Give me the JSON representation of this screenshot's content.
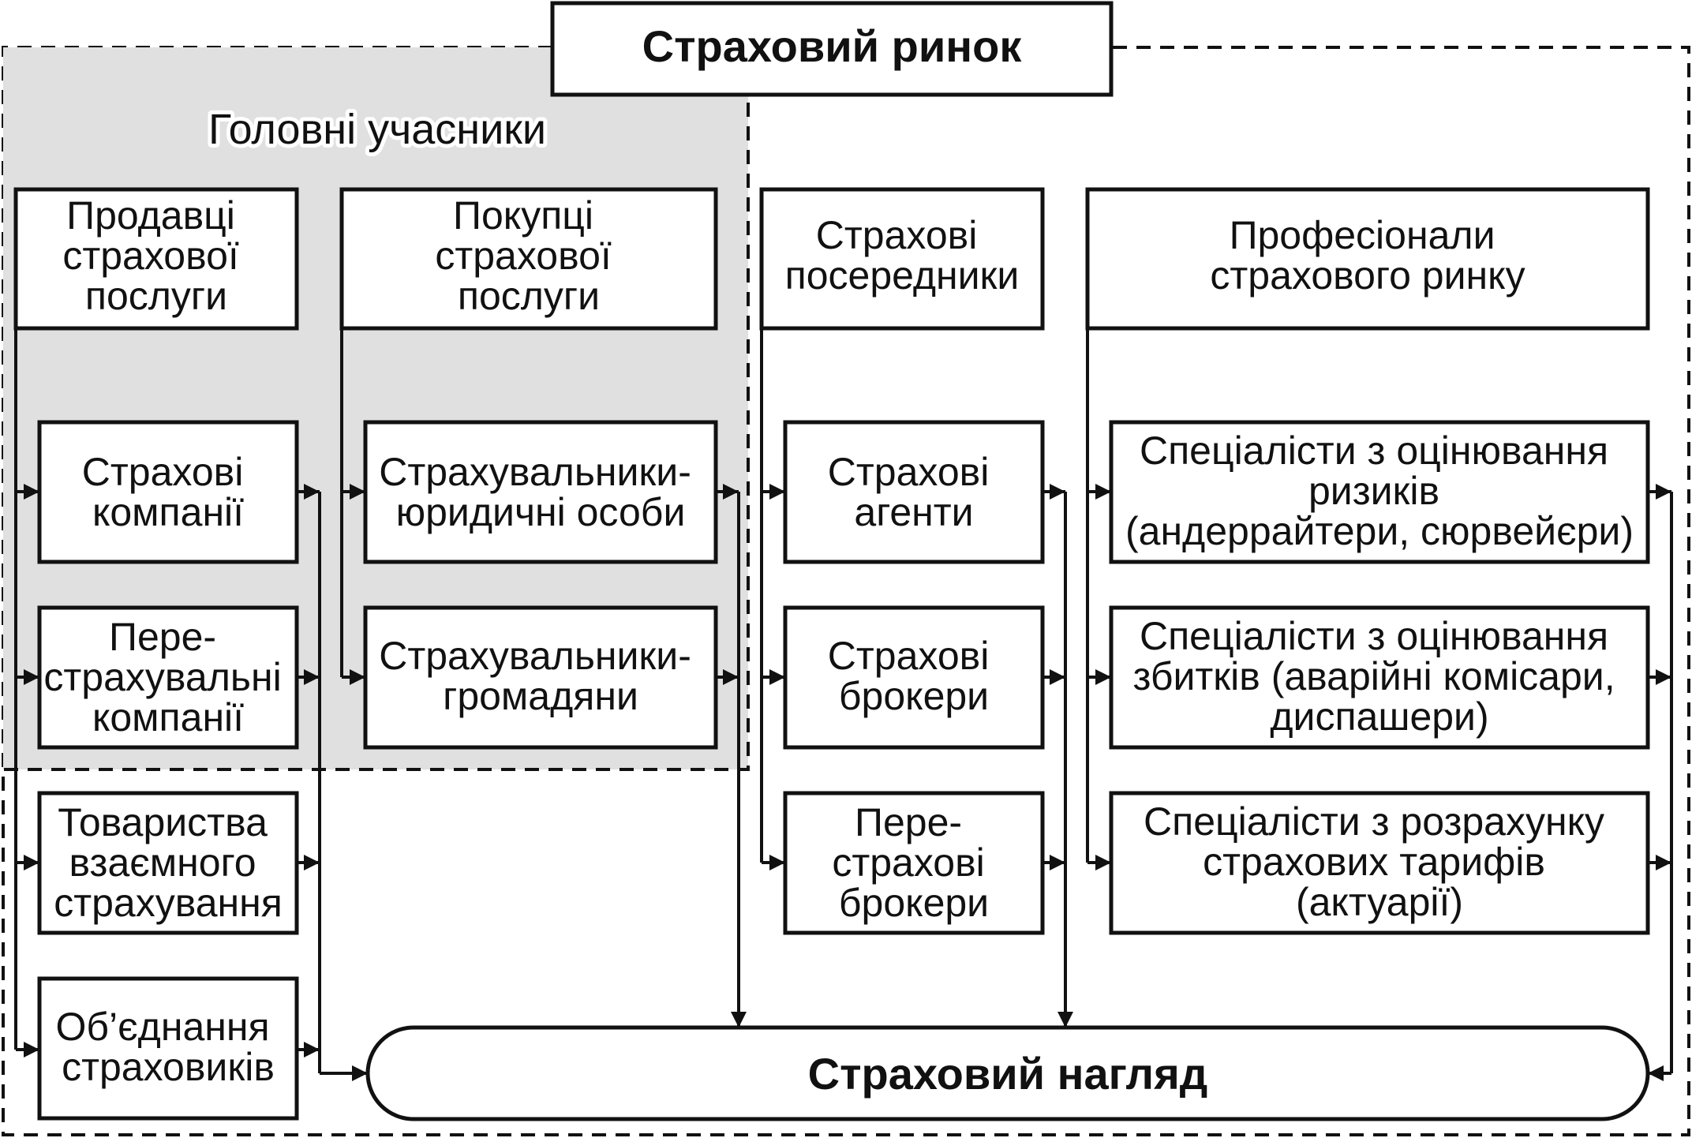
{
  "title": "Страховий ринок",
  "main_participants_label": "Головні учасники",
  "supervision": "Страховий нагляд",
  "columns": {
    "sellers": {
      "header": [
        "Продавці",
        "страхової",
        "послуги"
      ],
      "items": [
        [
          "Страхові",
          "компанії"
        ],
        [
          "Пере-",
          "страхувальні",
          "компанії"
        ],
        [
          "Товариства",
          "взаємного",
          "страхування"
        ],
        [
          "Об’єднання",
          "страховиків"
        ]
      ]
    },
    "buyers": {
      "header": [
        "Покупці",
        "страхової",
        "послуги"
      ],
      "items": [
        [
          "Страхувальники-",
          "юридичні особи"
        ],
        [
          "Страхувальники-",
          "громадяни"
        ]
      ]
    },
    "intermediaries": {
      "header": [
        "Страхові",
        "посередники"
      ],
      "items": [
        [
          "Страхові",
          "агенти"
        ],
        [
          "Страхові",
          "брокери"
        ],
        [
          "Пере-",
          "страхові",
          "брокери"
        ]
      ]
    },
    "professionals": {
      "header": [
        "Професіонали",
        "страхового ринку"
      ],
      "items": [
        [
          "Спеціалісти з оцінювання",
          "ризиків",
          "(андеррайтери, сюрвейєри)"
        ],
        [
          "Спеціалісти з оцінювання",
          "збитків (аварійні комісари,",
          "диспашери)"
        ],
        [
          "Спеціалісти з розрахунку",
          "страхових тарифів",
          "(актуарії)"
        ]
      ]
    }
  },
  "colors": {
    "line": "#111111",
    "group_fill": "#e0e0e0",
    "box_fill": "#ffffff"
  }
}
